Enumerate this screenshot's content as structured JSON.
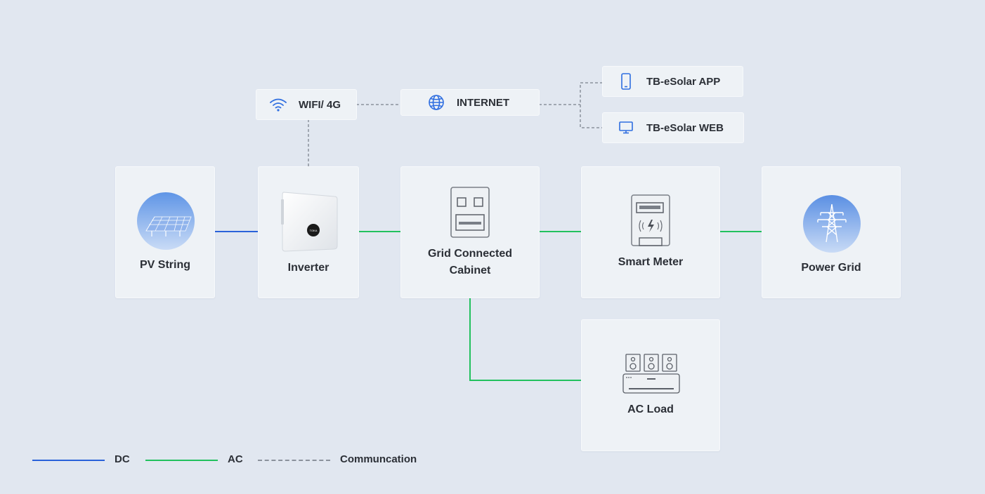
{
  "nodes": {
    "pv_string": "PV String",
    "inverter": "Inverter",
    "cabinet": "Grid Connected Cabinet",
    "smart_meter": "Smart Meter",
    "power_grid": "Power Grid",
    "ac_load": "AC Load"
  },
  "network": {
    "wifi": "WIFI/ 4G",
    "internet": "INTERNET",
    "app": "TB-eSolar APP",
    "web": "TB-eSolar WEB"
  },
  "legend": [
    {
      "label": "DC",
      "color": "#2a62d9",
      "style": "solid"
    },
    {
      "label": "AC",
      "color": "#22c15e",
      "style": "solid"
    },
    {
      "label": "Communcation",
      "color": "#8b929c",
      "style": "dashed"
    }
  ],
  "colors": {
    "dc": "#2a62d9",
    "ac": "#22c15e",
    "comm": "#8b929c",
    "accent_icon": "#2f6ee0"
  },
  "icons": {
    "pv": "solar-panel-icon",
    "inverter": "inverter-device-icon",
    "cabinet": "cabinet-icon",
    "meter": "smart-meter-icon",
    "grid": "power-tower-icon",
    "load": "ac-load-icon",
    "wifi": "wifi-icon",
    "internet": "globe-icon",
    "app": "phone-icon",
    "web": "monitor-icon"
  }
}
